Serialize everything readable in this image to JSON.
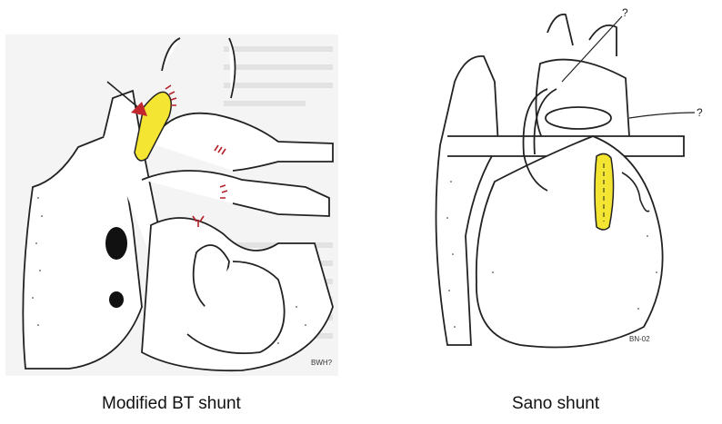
{
  "figures": [
    {
      "id": "left",
      "caption": "Modified BT shunt",
      "initials": "BWH?",
      "shunt_color": "#f3e531",
      "suture_color": "#b3202a",
      "arrow_color": "#c1272d"
    },
    {
      "id": "right",
      "caption": "Sano shunt",
      "initials": "BN-02",
      "shunt_color": "#f3e531",
      "labels": [
        "?",
        "?"
      ]
    }
  ]
}
